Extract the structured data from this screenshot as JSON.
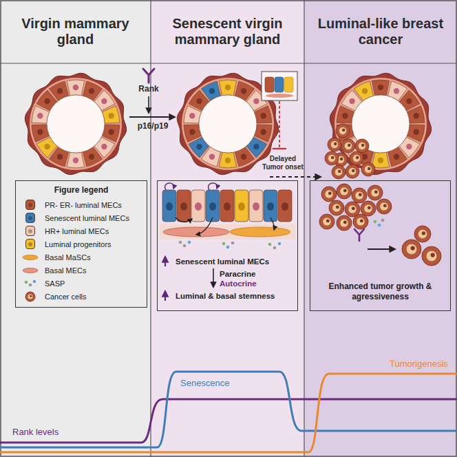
{
  "diagram": {
    "nodes": [
      {
        "text": [
          "Virgin mammary gland"
        ]
      },
      {
        "text": [
          "Senescent virgin mammary gland"
        ]
      },
      {
        "text": [
          "Luminal-like breast cancer"
        ]
      },
      {
        "text": [
          "Figure legend"
        ],
        "in": 0
      },
      {
        "text": [
          "Senescent luminal MECs",
          "Paracrine",
          "Autocrine",
          "Luminal & basal stemness"
        ],
        "in": 1
      },
      {
        "text": [
          "Enhanced tumor growth & agressiveness"
        ],
        "in": 2
      }
    ],
    "labels": [
      "Rank",
      "p16/p19",
      "Delayed Tumor onset",
      "Senescence",
      "Tumorigenesis",
      "Rank levels"
    ],
    "legend": [
      {
        "text": "PR- ER- luminal MECs",
        "color": "#b5553a"
      },
      {
        "text": "Senescent luminal MECs",
        "color": "#3f7db5"
      },
      {
        "text": "HR+ luminal MECs",
        "color": "#f2cbb6"
      },
      {
        "text": "Luminal progenitors",
        "color": "#f1bf2f"
      },
      {
        "text": "Basal MaSCs"
      },
      {
        "text": "Basal MECs"
      },
      {
        "text": "SASP"
      },
      {
        "text": "Cancer cells"
      }
    ]
  }
}
